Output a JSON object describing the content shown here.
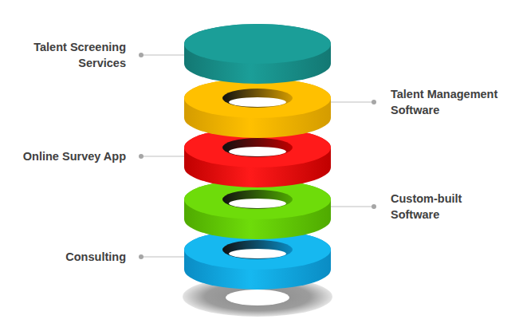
{
  "diagram": {
    "nodes": [
      {
        "text": [
          "Talent Screening Services"
        ]
      },
      {
        "text": [
          "Talent Management Software"
        ]
      },
      {
        "text": [
          "Online Survey App"
        ]
      },
      {
        "text": [
          "Custom-built Software"
        ]
      },
      {
        "text": [
          "Consulting"
        ]
      }
    ]
  }
}
